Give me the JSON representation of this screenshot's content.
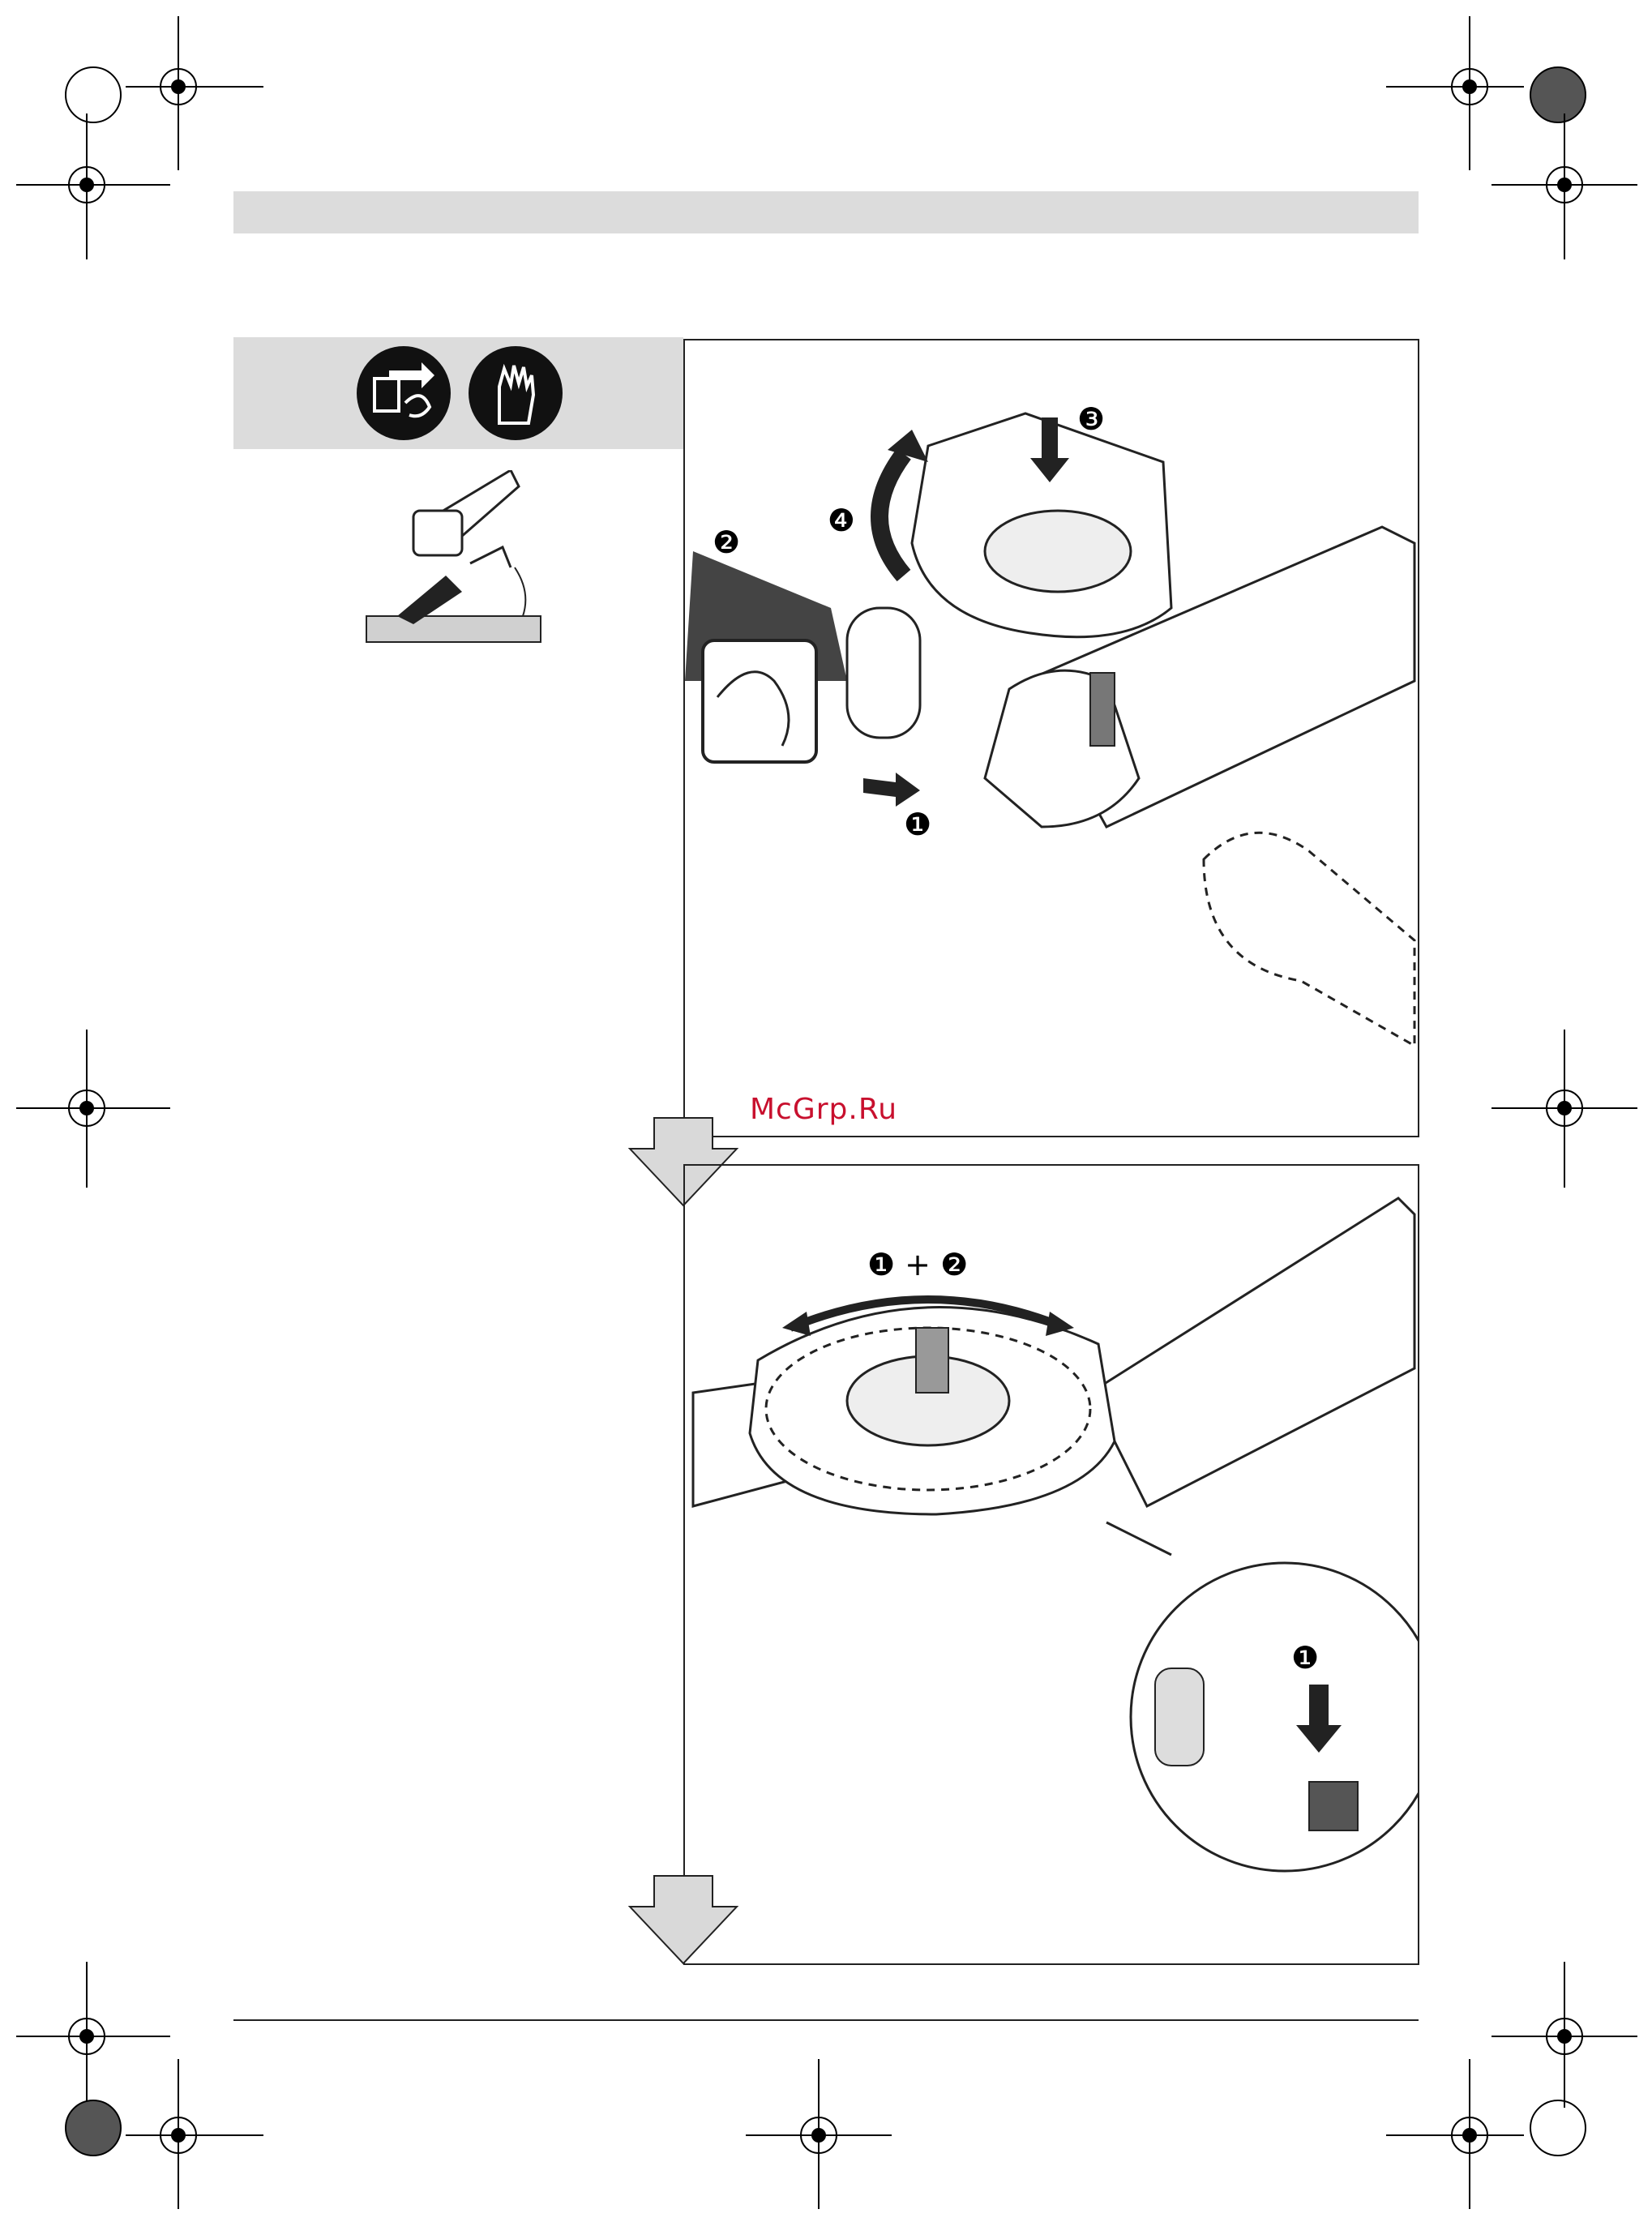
{
  "page": {
    "watermark": "McGrp.Ru"
  },
  "safety_icons": [
    {
      "icon": "unplug-icon",
      "meaning": "disconnect plug"
    },
    {
      "icon": "gloves-icon",
      "meaning": "wear gloves"
    }
  ],
  "step1_figure": {
    "labels": [
      "❶",
      "❷",
      "❸",
      "❹"
    ]
  },
  "step2_figure": {
    "rotate_label": "❶ + ❷",
    "detail_label": "❶"
  },
  "colors": {
    "header_gray": "#dcdcdc",
    "arrow_gray": "#d9d9d9",
    "watermark_red": "#c8102e"
  }
}
